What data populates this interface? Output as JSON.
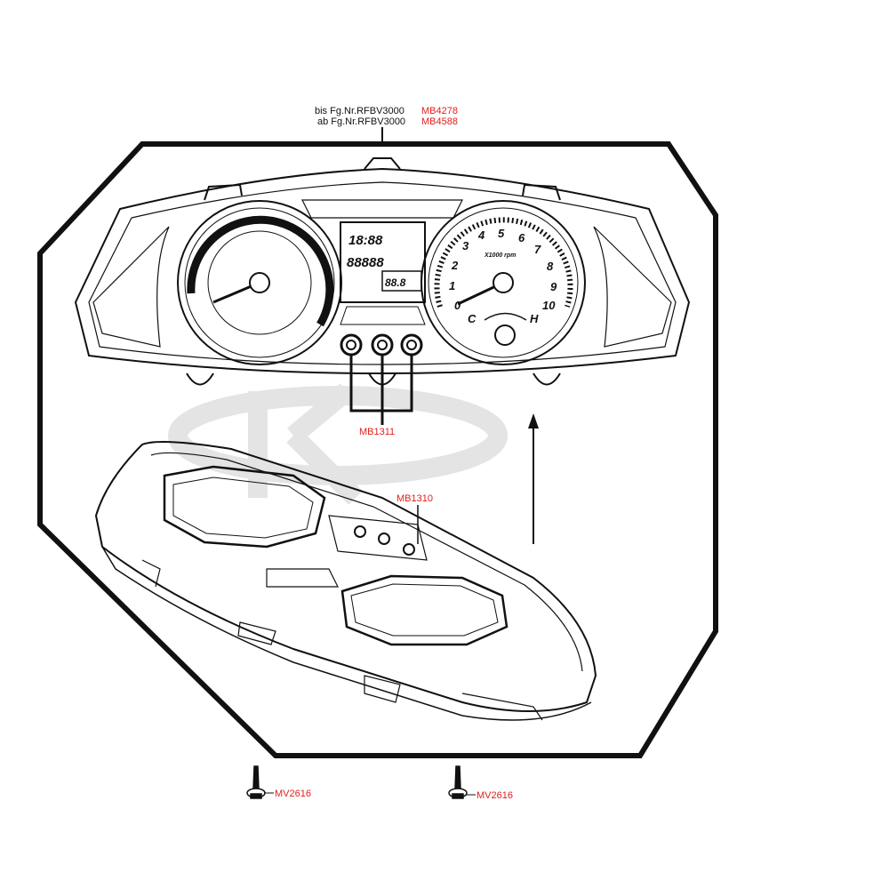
{
  "callouts": {
    "top_row1_prefix": "bis Fg.Nr.RFBV3000",
    "top_row1_part": "MB4278",
    "top_row2_prefix": "ab Fg.Nr.RFBV3000",
    "top_row2_part": "MB4588",
    "buttons_part": "MB1311",
    "housing_part": "MB1310",
    "screw_left_part": "MV2616",
    "screw_right_part": "MV2616"
  },
  "gauge": {
    "lcd_time": "18:88",
    "lcd_odo": "88888",
    "lcd_trip": "88.8",
    "tach_numbers": [
      "0",
      "1",
      "2",
      "3",
      "4",
      "5",
      "6",
      "7",
      "8",
      "9",
      "10"
    ],
    "tach_unit": "X1000 rpm",
    "temp_cold": "C",
    "temp_hot": "H"
  },
  "colors": {
    "part_number": "#e0201c",
    "line": "#111111"
  }
}
